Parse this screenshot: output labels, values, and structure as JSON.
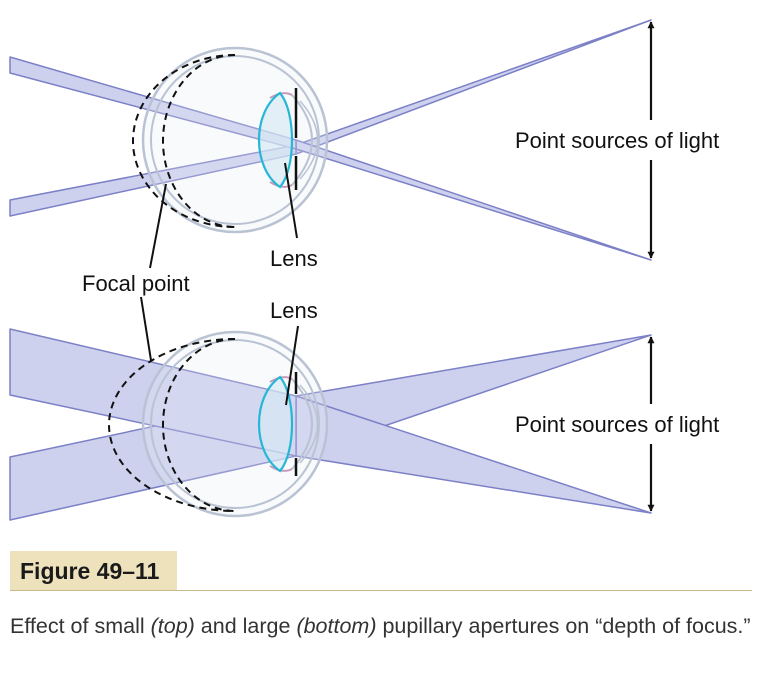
{
  "diagram": {
    "top": {
      "lens_label": "Lens",
      "focal_point_label": "Focal point",
      "sources_label": "Point sources of light"
    },
    "bottom": {
      "lens_label": "Lens",
      "sources_label": "Point sources of light"
    },
    "colors": {
      "ray_fill": "#cdd1ee",
      "ray_edge": "#7c80c6",
      "eye_outline": "#b9c3d3",
      "lens_edge": "#27b6d6",
      "lens_fill": "#d6eaf3"
    }
  },
  "figure": {
    "tag": "Figure 49–11",
    "caption_parts": {
      "p1": "Effect of small ",
      "i1": "(top)",
      "p2": " and large ",
      "i2": "(bottom)",
      "p3": " pupillary apertures on “depth of focus.”"
    }
  }
}
